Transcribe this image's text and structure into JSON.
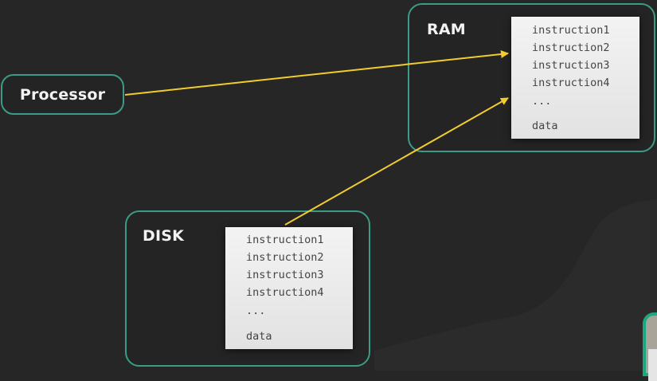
{
  "diagram": {
    "nodes": {
      "processor": {
        "label": "Processor"
      },
      "ram": {
        "label": "RAM",
        "contents": [
          "instruction1",
          "instruction2",
          "instruction3",
          "instruction4",
          "...",
          "data"
        ]
      },
      "disk": {
        "label": "DISK",
        "contents": [
          "instruction1",
          "instruction2",
          "instruction3",
          "instruction4",
          "...",
          "data"
        ]
      }
    },
    "edges": [
      {
        "from": "processor",
        "to": "ram"
      },
      {
        "from": "disk",
        "to": "ram"
      }
    ],
    "colors": {
      "background": "#262626",
      "node_border": "#3b9c86",
      "arrow": "#f0cc2e",
      "card": "#efefef"
    }
  }
}
